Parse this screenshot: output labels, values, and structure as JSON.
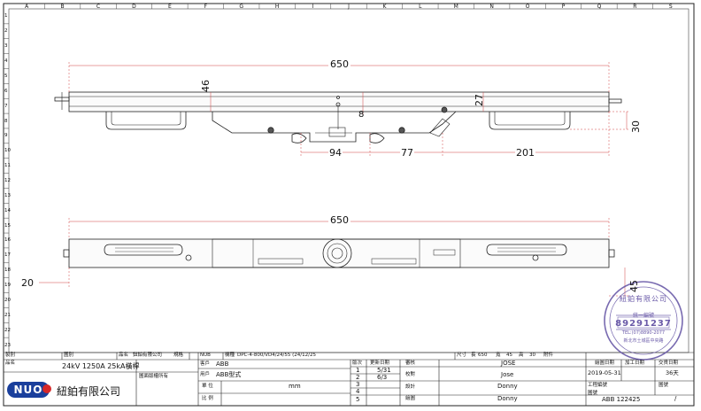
{
  "drawing": {
    "column_labels": [
      "A",
      "B",
      "C",
      "D",
      "E",
      "F",
      "G",
      "H",
      "I",
      "J",
      "K",
      "L",
      "M",
      "N",
      "O",
      "P",
      "Q",
      "R",
      "S"
    ],
    "row_labels": [
      "1",
      "2",
      "3",
      "4",
      "5",
      "6",
      "7",
      "8",
      "9",
      "10",
      "11",
      "12",
      "13",
      "14",
      "15",
      "16",
      "17",
      "18",
      "19",
      "20",
      "21",
      "22",
      "23"
    ],
    "top_view": {
      "overall_length": "650",
      "dims": {
        "d46": "46",
        "d27": "27",
        "d8": "8",
        "d30": "30",
        "d94": "94",
        "d77": "77",
        "d201": "201"
      }
    },
    "bottom_view": {
      "overall_length": "650",
      "dims": {
        "d20": "20",
        "d45": "45"
      }
    }
  },
  "title_block": {
    "row1": {
      "label_a": "製別",
      "label_b": "圖別",
      "label_c": "品名",
      "value_c": "鈕鉑有限公司",
      "label_d": "規格",
      "value_d": "NUB",
      "label_e": "機種",
      "value_e": "DPC-4-800/VD4/24/55 (24/12/25",
      "label_size": "尺寸",
      "size_values": [
        "650",
        "45",
        "30"
      ],
      "size_prefixes": [
        "長",
        "寬",
        "高"
      ],
      "label_attach": "附件"
    },
    "part_name_label": "品名",
    "part_name": "24kV 1250A 25kA橫桿",
    "company_name": "紐鉑有限公司",
    "logo_text": "NUO",
    "customer_label": "客戶",
    "customer": "ABB",
    "user_label": "用戶",
    "user_model": "ABB型式",
    "unit_label": "單 位",
    "unit_value": "mm",
    "ratio_label": "比 例",
    "note_label": "圖面版權所有",
    "rev_header": [
      "版次",
      "更新日期"
    ],
    "revisions": [
      {
        "no": "1",
        "date": "5/31"
      },
      {
        "no": "2",
        "date": "6/3"
      },
      {
        "no": "3",
        "date": ""
      },
      {
        "no": "4",
        "date": ""
      },
      {
        "no": "5",
        "date": ""
      }
    ],
    "people": [
      {
        "role": "審核",
        "name": "JOSE"
      },
      {
        "role": "校對",
        "name": "Jose"
      },
      {
        "role": "設計",
        "name": "Donny"
      },
      {
        "role": "繪圖",
        "name": "Donny"
      }
    ],
    "date_header": "繪圖日期",
    "date_value": "2019-05-31",
    "process_header": "加工日期",
    "delivery_header": "交貨日期",
    "delivery_value": "36天",
    "work_order_label": "工程編號",
    "page_label": "圖號",
    "drawing_no_label": "圖號",
    "drawing_no": "ABB 122425",
    "page_value": "/"
  },
  "stamp": {
    "top_text": "紐鉑有限公司",
    "middle_text": "統一編號",
    "number": "89291237",
    "phone": "TEL:(07)8890-2077",
    "bottom_text": "新北市土城區中央路"
  },
  "colors": {
    "line": "#222222",
    "dim": "#d04040",
    "stamp": "#6a5aa8",
    "logo_blue": "#1a3f9c",
    "logo_red": "#d62828"
  }
}
